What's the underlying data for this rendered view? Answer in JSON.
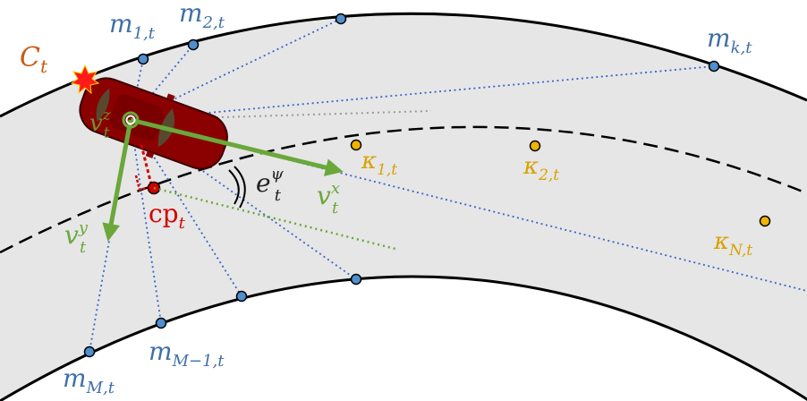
{
  "colors": {
    "road_fill": "#e6e6e6",
    "road_edge": "#000000",
    "centerline": "#000000",
    "ray": "#3a64c8",
    "marker_blue": "#4f8fcf",
    "curvature": "#f0b400",
    "curvature_text": "#d9a200",
    "velocity": "#6aa83a",
    "label_blue": "#3f6fa8",
    "collision": "#c85a12",
    "car_body": "#8b0000",
    "cp_red": "#d40000",
    "heading_text": "#222222",
    "extension": "#9a9a9a"
  },
  "labels": {
    "collision": {
      "main": "C",
      "sub": "t"
    },
    "m1": {
      "main": "m",
      "sub": "1,t"
    },
    "m2": {
      "main": "m",
      "sub": "2,t"
    },
    "mk": {
      "main": "m",
      "sub": "k,t"
    },
    "mM1": {
      "main": "m",
      "sub": "M−1,t"
    },
    "mM": {
      "main": "m",
      "sub": "M,t"
    },
    "k1": {
      "main": "κ",
      "sub": "1,t"
    },
    "k2": {
      "main": "κ",
      "sub": "2,t"
    },
    "kN": {
      "main": "κ",
      "sub": "N,t"
    },
    "vz": {
      "main": "v",
      "sub": "t",
      "sup": "z"
    },
    "vx": {
      "main": "v",
      "sub": "t",
      "sup": "x"
    },
    "vy": {
      "main": "v",
      "sub": "t",
      "sup": "y"
    },
    "cp": {
      "main": "cp",
      "sub": "t"
    },
    "epsi": {
      "main": "e",
      "sub": "t",
      "sup": "ψ"
    }
  }
}
